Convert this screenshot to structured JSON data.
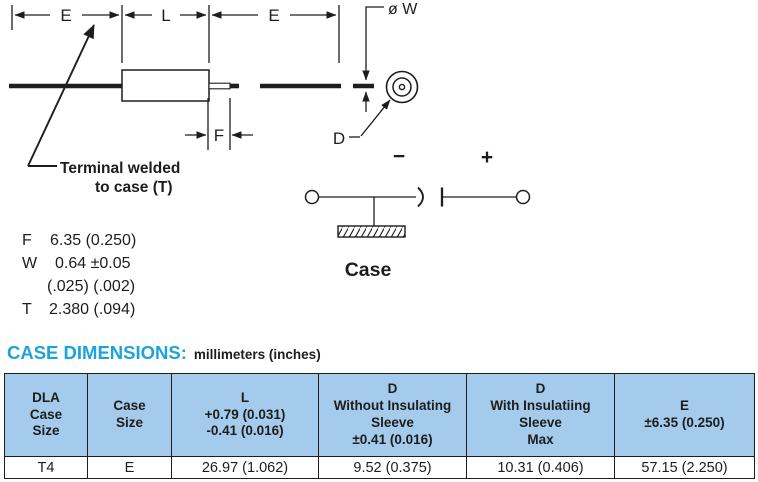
{
  "drawing": {
    "labels": {
      "e_left": "E",
      "l": "L",
      "e_right": "E",
      "dia_w": "ø W",
      "f": "F",
      "d": "D"
    },
    "note": {
      "line1": "Terminal welded",
      "line2": "to case (T)"
    },
    "values": [
      {
        "label": "F",
        "value": "6.35 (0.250)"
      },
      {
        "label": "W",
        "value": "0.64 ±0.05"
      },
      {
        "label": "",
        "value": "(.025) (.002)"
      },
      {
        "label": "T",
        "value": "2.380 (.094)"
      }
    ],
    "schematic": {
      "minus": "−",
      "plus": "+",
      "case_label": "Case"
    }
  },
  "section": {
    "title": "CASE DIMENSIONS:",
    "subtitle": "millimeters (inches)"
  },
  "colors": {
    "accent_cyan": "#1CA3DC",
    "table_header_bg": "#A4CBEC",
    "line_color": "#1D1D1B"
  },
  "table": {
    "headers": [
      {
        "lines": [
          "DLA",
          "Case",
          "Size"
        ]
      },
      {
        "lines": [
          "Case",
          "Size"
        ]
      },
      {
        "lines": [
          "L",
          "+0.79 (0.031)",
          "-0.41 (0.016)"
        ]
      },
      {
        "lines": [
          "D",
          "Without Insulating",
          "Sleeve",
          "±0.41 (0.016)"
        ]
      },
      {
        "lines": [
          "D",
          "With Insulatiing",
          "Sleeve",
          "Max"
        ]
      },
      {
        "lines": [
          "E",
          "±6.35 (0.250)"
        ]
      }
    ],
    "rows": [
      [
        "T4",
        "E",
        "26.97 (1.062)",
        "9.52 (0.375)",
        "10.31 (0.406)",
        "57.15 (2.250)"
      ]
    ]
  }
}
